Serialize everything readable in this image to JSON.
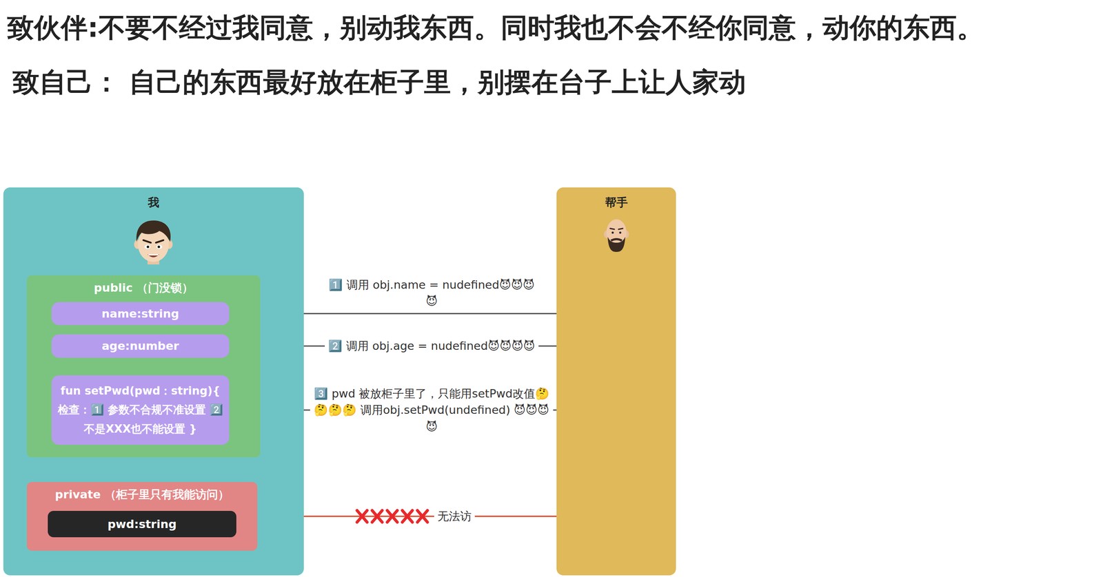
{
  "diagram": {
    "title": "致伙伴:不要不经过我同意，别动我东西。同时我也不会不经你同意，动你的东西。",
    "nodes": [
      {
        "text": [
          "我"
        ]
      },
      {
        "text": [
          "public （门没锁）"
        ],
        "in": 0
      },
      {
        "text": [
          "name:string"
        ],
        "in": 1
      },
      {
        "text": [
          "age:number"
        ],
        "in": 1
      },
      {
        "text": [
          "fun setPwd(pwd：string){ 检查：1️⃣ 参数不合规不准设置 2️⃣ 不是XXX也不能设置 }"
        ],
        "in": 1
      },
      {
        "text": [
          "private （柜子里只有我能访问）"
        ],
        "in": 0
      },
      {
        "text": [
          "pwd:string"
        ],
        "in": 5
      },
      {
        "text": [
          "帮手"
        ]
      }
    ],
    "edges": [
      {
        "from": 7,
        "to": 2,
        "arrow": "to",
        "label": "1️⃣ 调用 obj.name = nudefined😈😈😈😈"
      },
      {
        "from": 7,
        "to": 3,
        "arrow": "to",
        "label": "2️⃣ 调用 obj.age = nudefined😈😈😈😈"
      },
      {
        "from": 7,
        "to": 4,
        "arrow": "to",
        "label": "3️⃣ pwd 被放柜子里了，只能用setPwd改值🤔🤔🤔🤔 调用obj.setPwd(undefined) 😈😈😈😈"
      },
      {
        "from": 7,
        "to": 5,
        "arrow": "to",
        "label": "无法访"
      }
    ],
    "labels": [
      "致自己： 自己的东西最好放在柜子里，别摆在台子上让人家动"
    ]
  }
}
